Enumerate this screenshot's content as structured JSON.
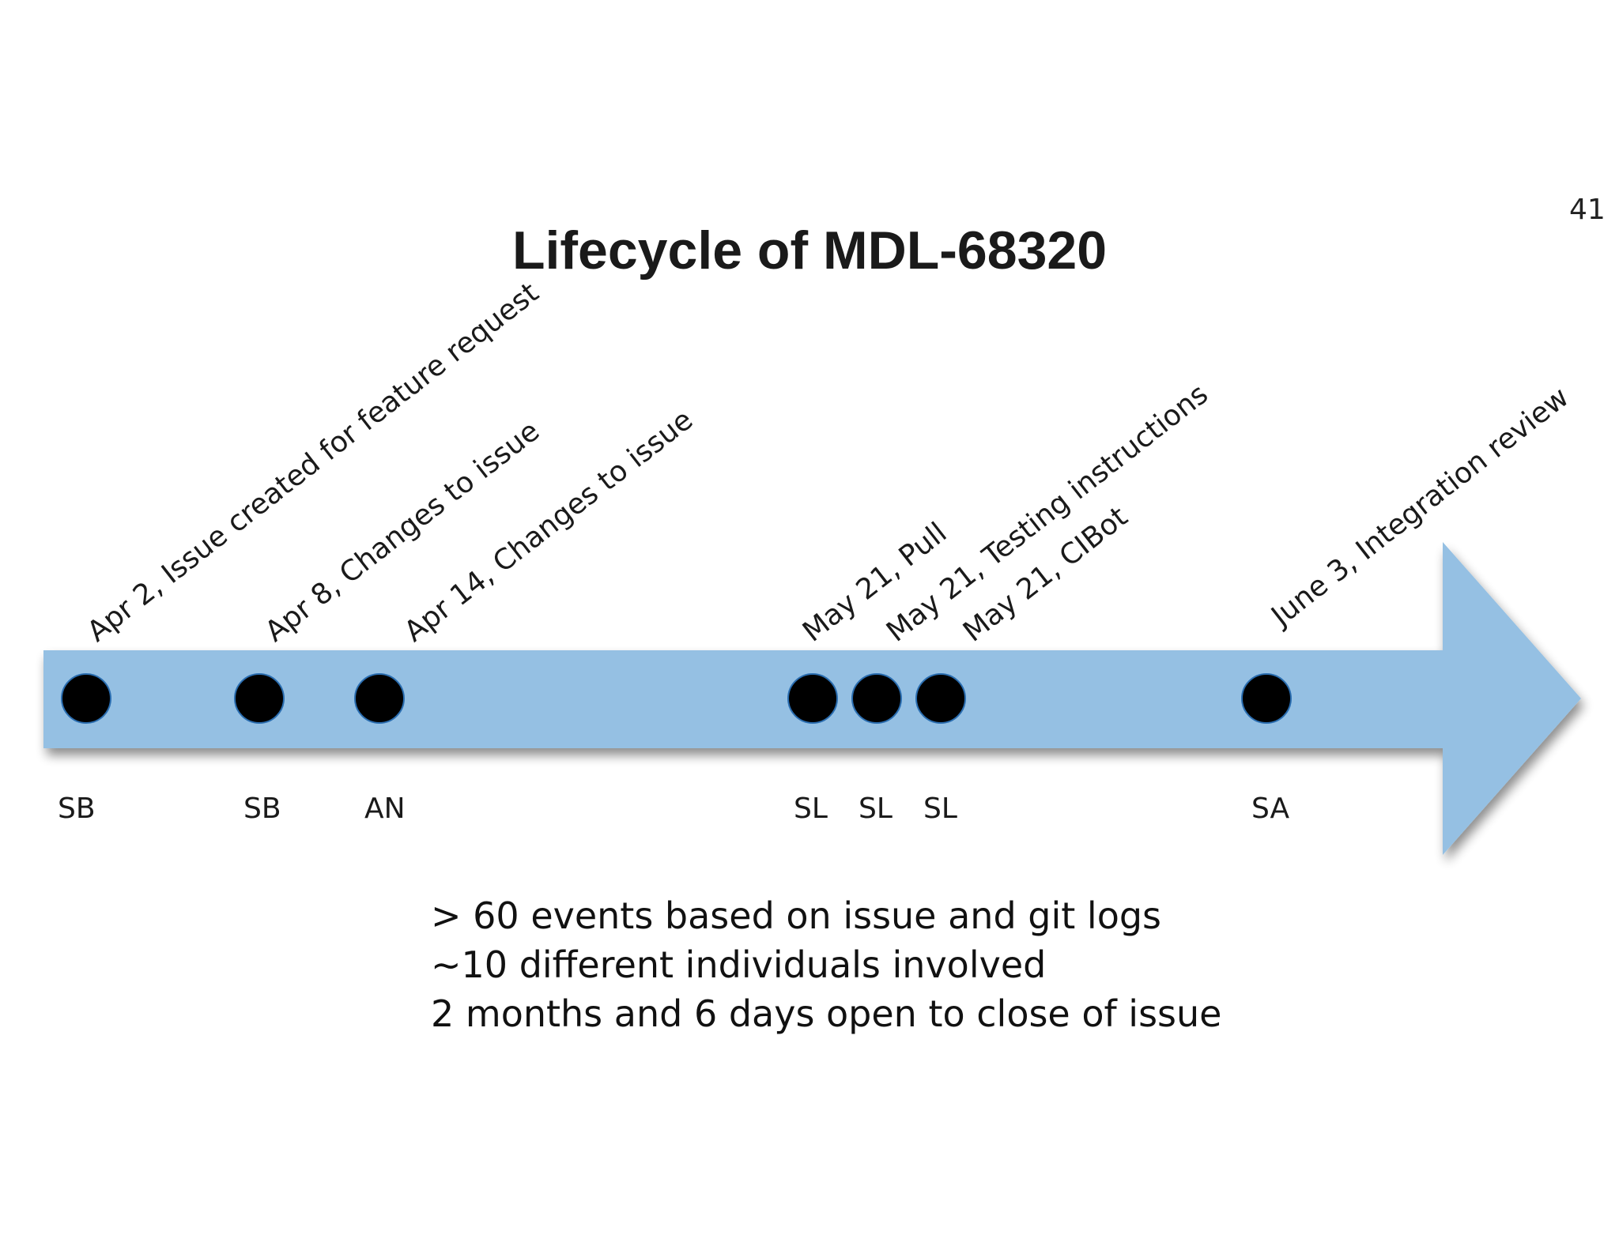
{
  "slide": {
    "page_number": "41",
    "title": "Lifecycle of MDL-68320",
    "events": [
      {
        "label": "Apr 2, Issue created for feature request",
        "person": "SB"
      },
      {
        "label": "Apr 8, Changes to issue",
        "person": "SB"
      },
      {
        "label": "Apr 14, Changes to issue",
        "person": "AN"
      },
      {
        "label": "May 21, Pull",
        "person": "SL"
      },
      {
        "label": "May 21, Testing instructions",
        "person": "SL"
      },
      {
        "label": "May 21, CIBot",
        "person": "SL"
      },
      {
        "label": "June 3, Integration review",
        "person": "SA"
      }
    ],
    "summary": [
      "> 60 events based on issue and git logs",
      "~10 different individuals involved",
      "2 months and 6 days open to close of issue"
    ],
    "colors": {
      "arrow": "#95c0e3",
      "dot": "#000000",
      "dot_border": "#2a6db0",
      "text": "#1a1a1a"
    }
  }
}
